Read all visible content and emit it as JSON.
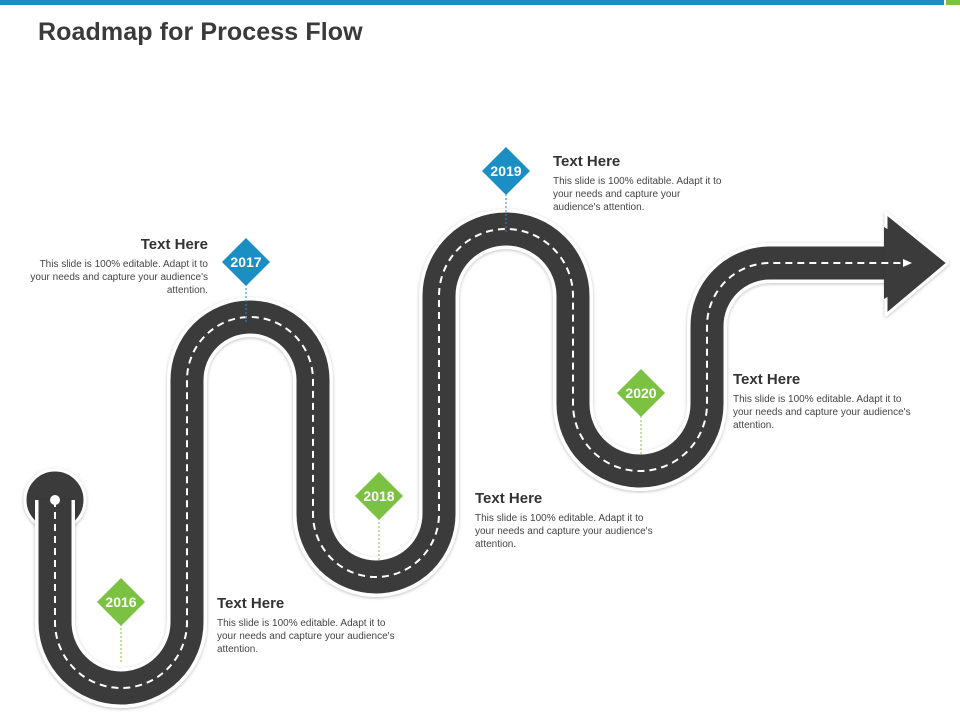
{
  "slide": {
    "title": "Roadmap for Process Flow",
    "colors": {
      "accent_blue": "#1b8fc4",
      "accent_green": "#7cc242",
      "road": "#3b3b3b"
    }
  },
  "milestones": [
    {
      "year": "2016",
      "color": "#7cc242",
      "heading": "Text Here",
      "text": "This slide is 100% editable. Adapt it to your needs and capture your audience's attention."
    },
    {
      "year": "2017",
      "color": "#1b8fc4",
      "heading": "Text Here",
      "text": "This slide is 100% editable. Adapt it to your needs and capture your audience's attention."
    },
    {
      "year": "2018",
      "color": "#7cc242",
      "heading": "Text Here",
      "text": "This slide is 100% editable. Adapt it to your needs and capture your audience's attention."
    },
    {
      "year": "2019",
      "color": "#1b8fc4",
      "heading": "Text Here",
      "text": "This slide is 100% editable. Adapt it to your needs and capture your audience's attention."
    },
    {
      "year": "2020",
      "color": "#7cc242",
      "heading": "Text Here",
      "text": "This slide is 100% editable. Adapt it to your needs and capture your audience's attention."
    }
  ]
}
